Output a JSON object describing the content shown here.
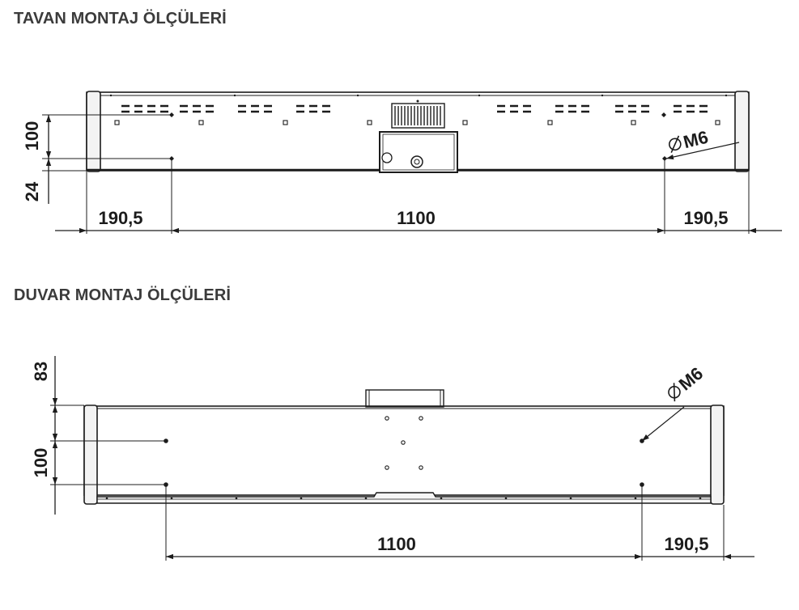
{
  "titles": {
    "ceiling": "TAVAN MONTAJ ÖLÇÜLERİ",
    "wall": "DUVAR MONTAJ ÖLÇÜLERİ"
  },
  "ceiling": {
    "dim_height": "100",
    "dim_offset": "24",
    "dim_left": "190,5",
    "dim_center": "1100",
    "dim_right": "190,5",
    "thread": "M6"
  },
  "wall": {
    "dim_top": "83",
    "dim_height": "100",
    "dim_center": "1100",
    "dim_right": "190,5",
    "thread": "M6"
  },
  "colors": {
    "line": "#1c1c1c",
    "title": "#3b3b3b"
  }
}
